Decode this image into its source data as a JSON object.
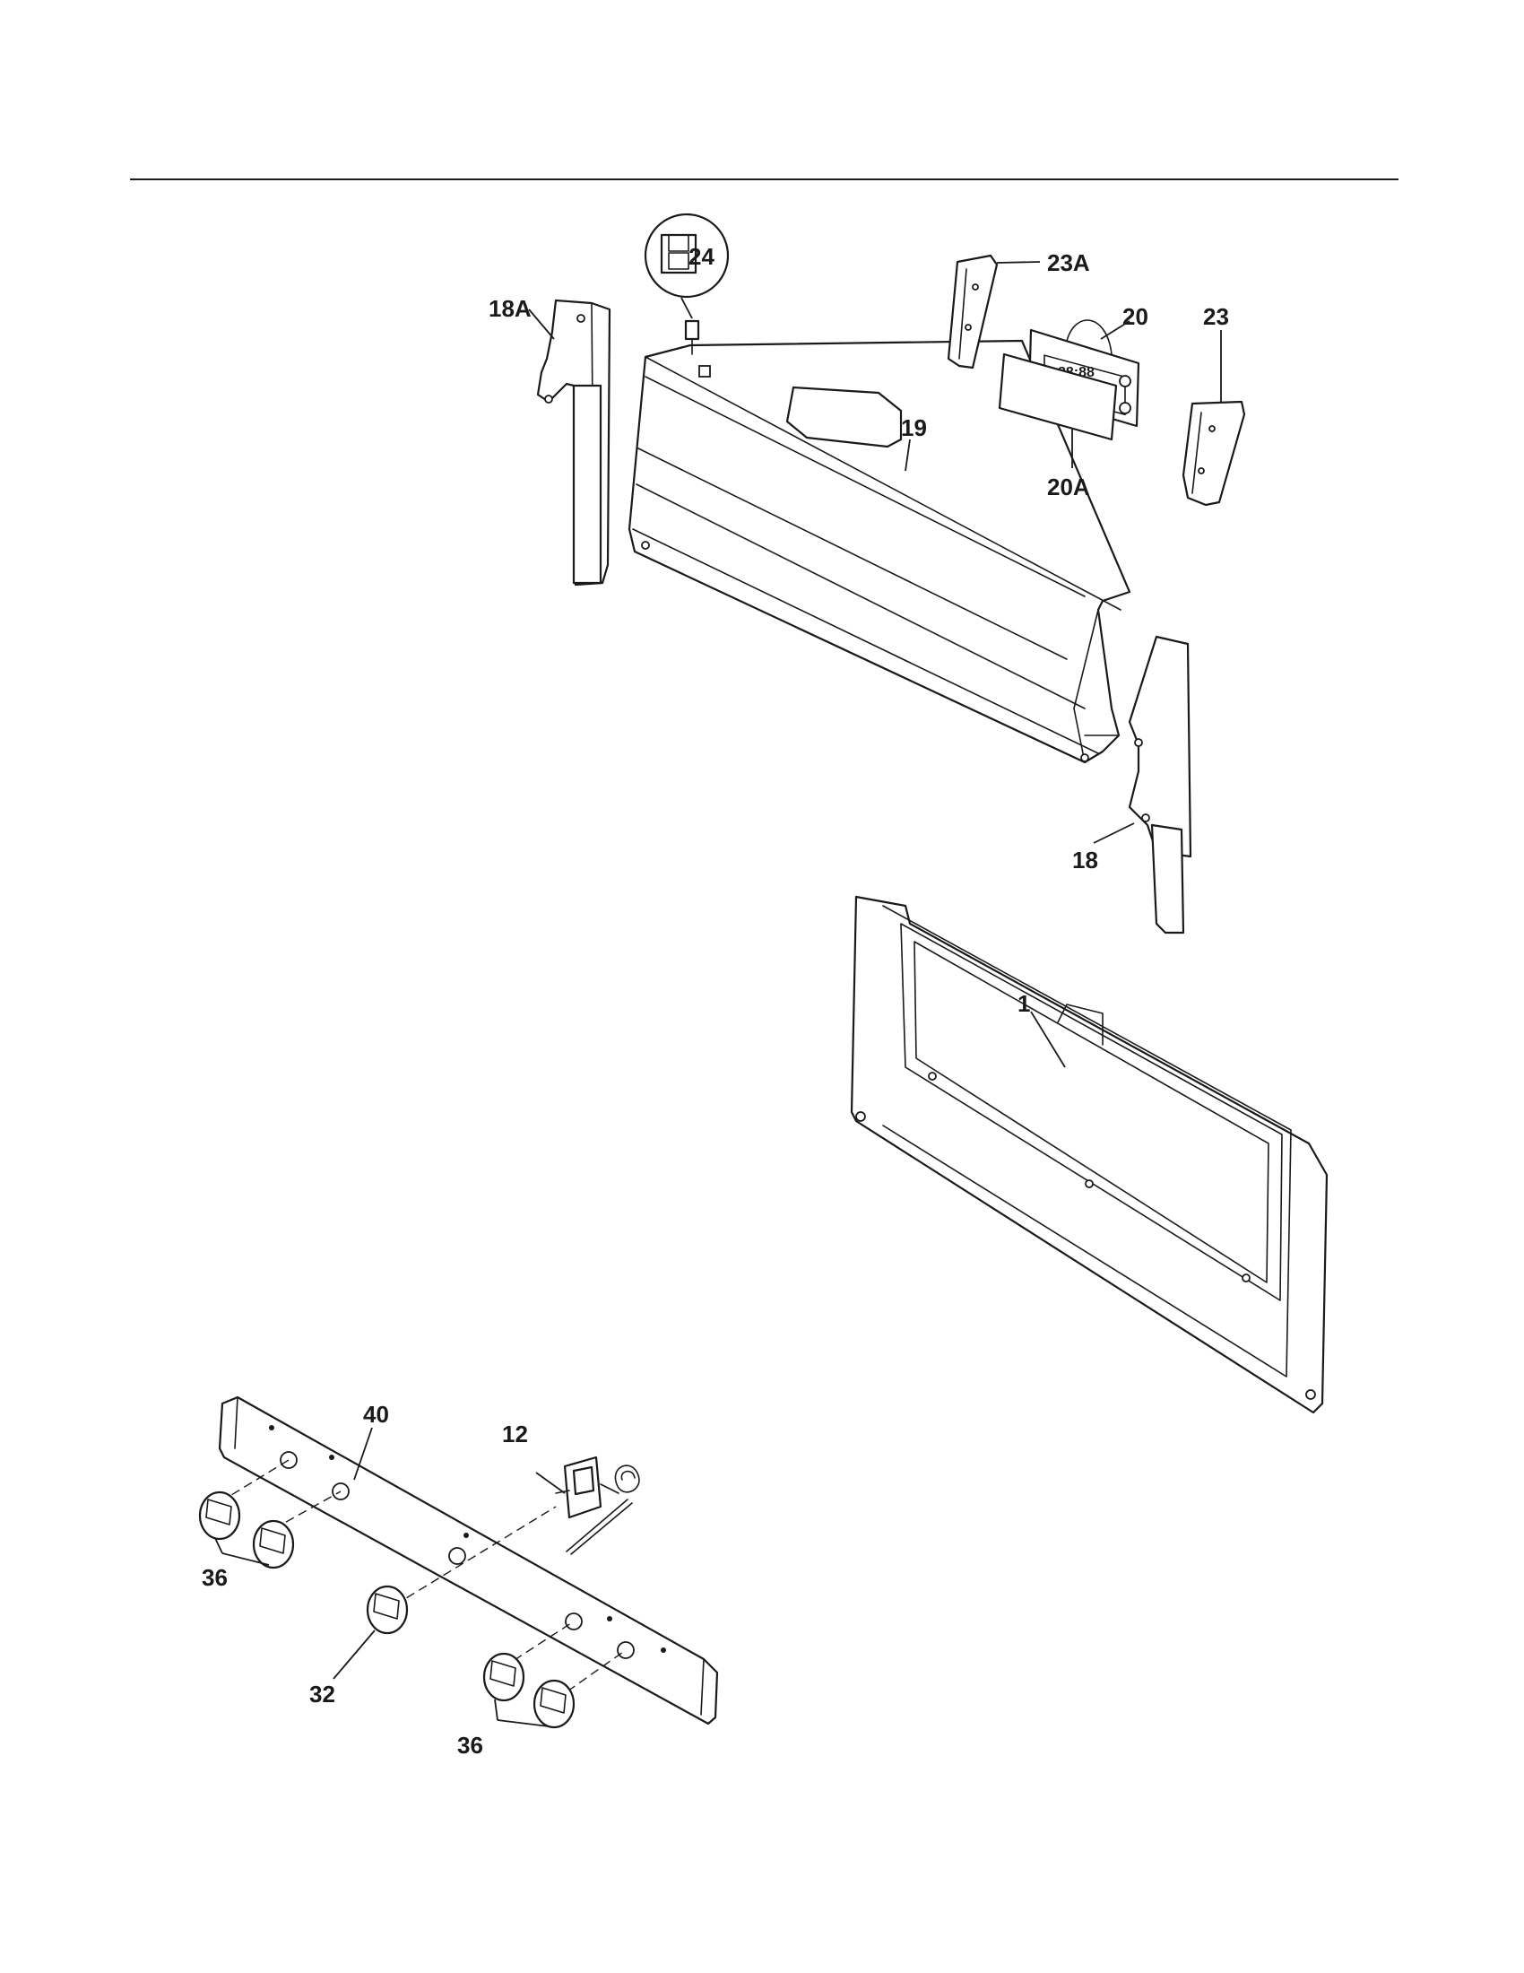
{
  "diagram": {
    "callouts": {
      "part_24": "24",
      "part_23a": "23A",
      "part_18a": "18A",
      "part_20": "20",
      "part_23": "23",
      "part_19": "19",
      "part_20a": "20A",
      "part_18": "18",
      "part_1": "1",
      "part_40": "40",
      "part_12": "12",
      "part_36_left": "36",
      "part_32": "32",
      "part_36_right": "36"
    },
    "display_readout": "88:88"
  }
}
